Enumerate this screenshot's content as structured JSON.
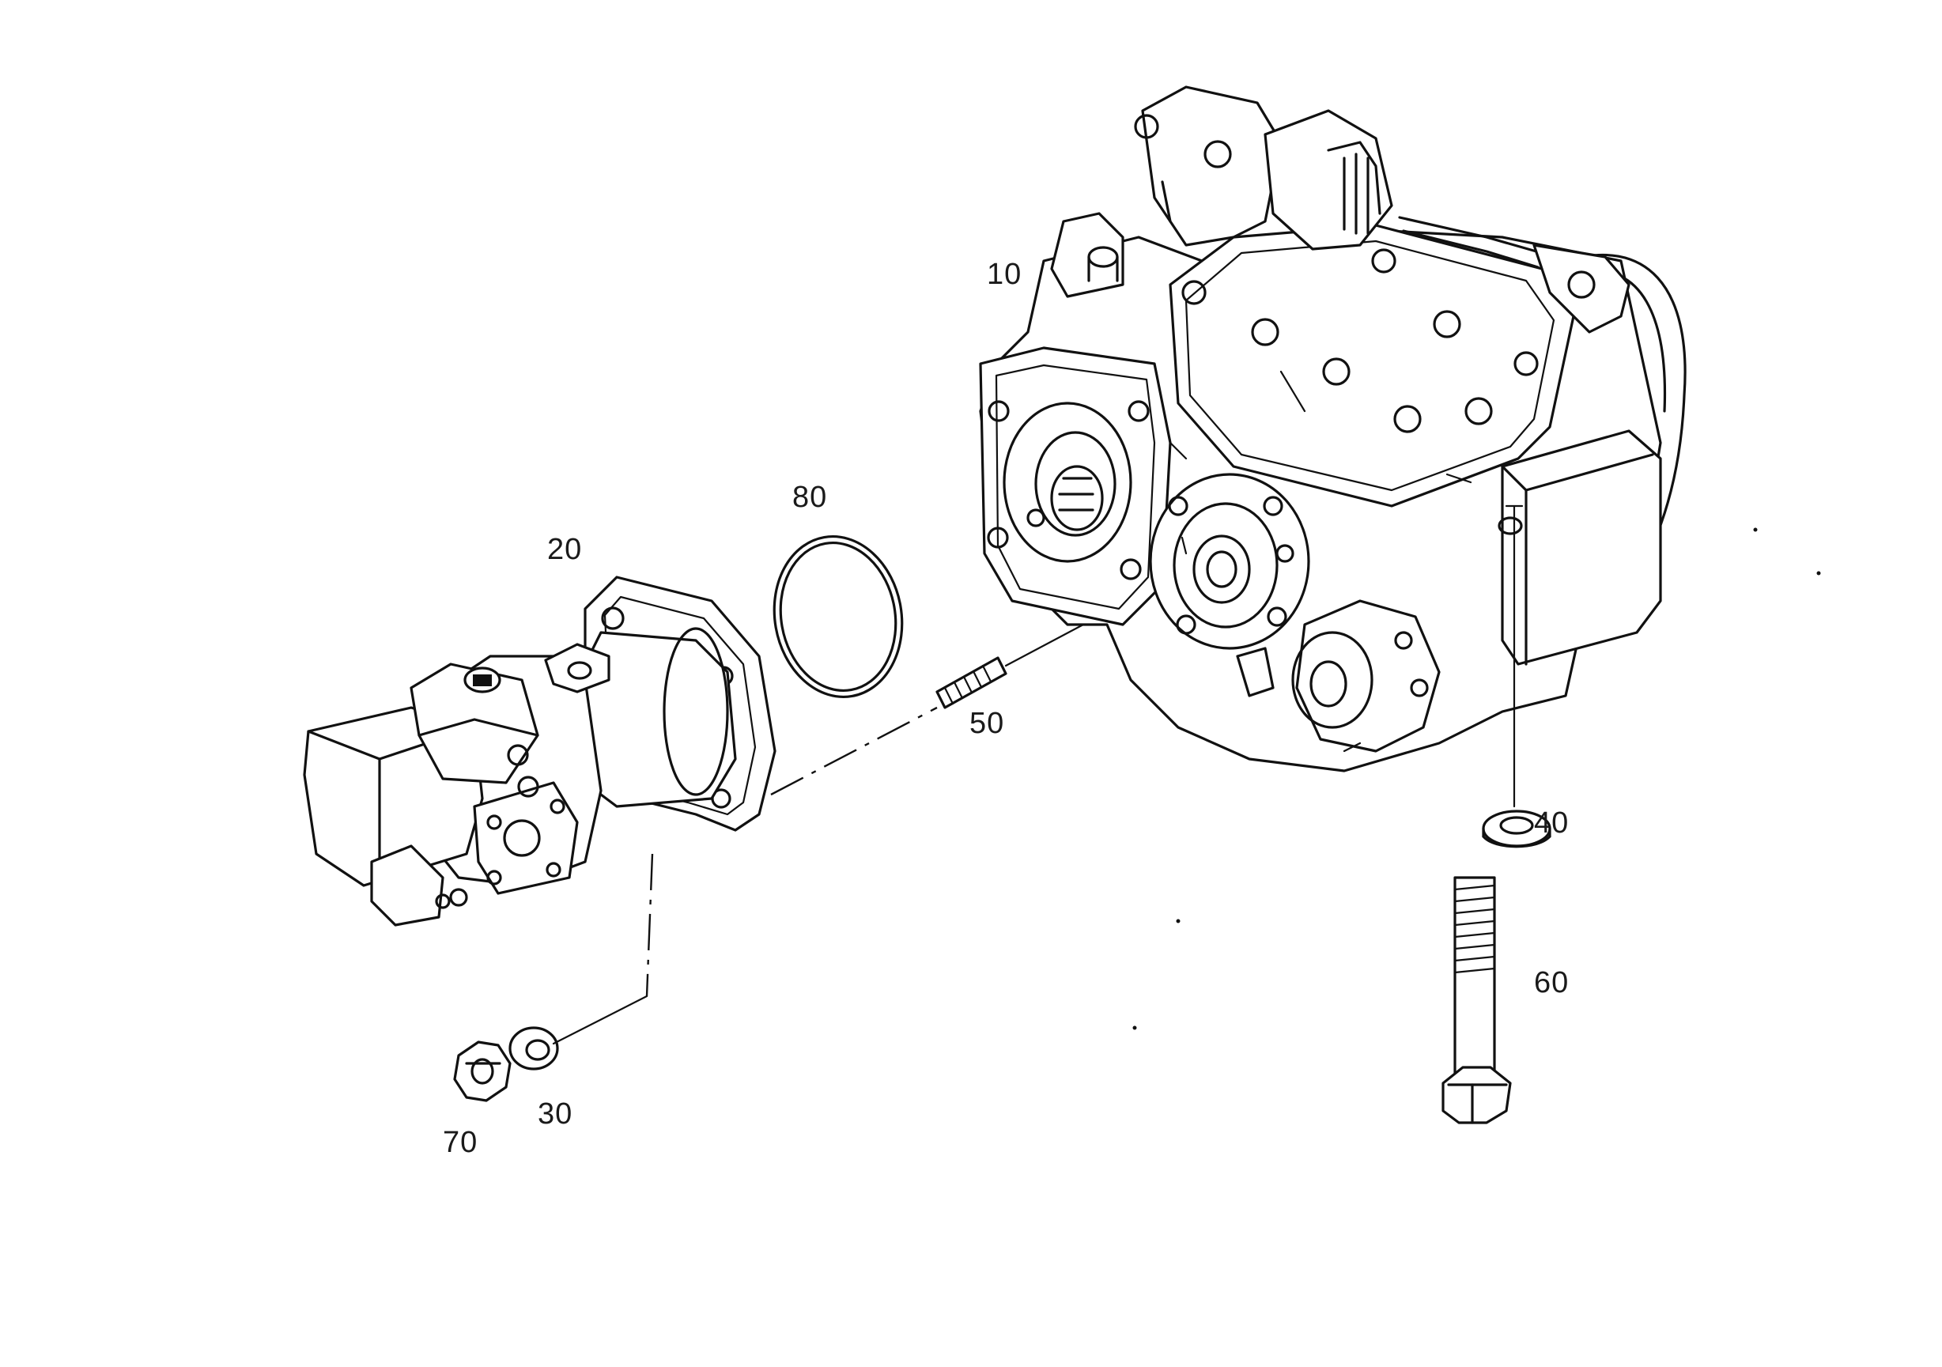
{
  "callouts": {
    "c10": "10",
    "c20": "20",
    "c30": "30",
    "c40": "40",
    "c50": "50",
    "c60": "60",
    "c70": "70",
    "c80": "80"
  }
}
